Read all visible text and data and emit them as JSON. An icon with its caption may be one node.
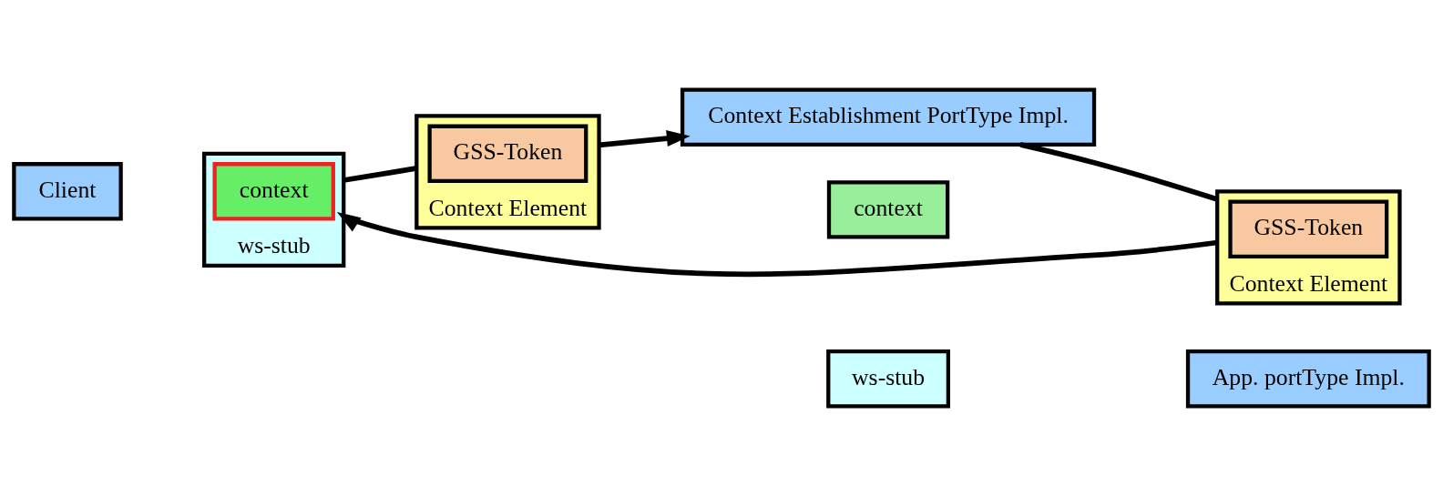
{
  "diagram": {
    "nodes": [
      {
        "text": [
          "Client"
        ]
      },
      {
        "text": [
          "ws-stub"
        ]
      },
      {
        "text": [
          "context"
        ],
        "in": 1
      },
      {
        "text": [
          "Context Element"
        ]
      },
      {
        "text": [
          "GSS-Token"
        ],
        "in": 3
      },
      {
        "text": [
          "Context Element"
        ]
      },
      {
        "text": [
          "GSS-Token"
        ],
        "in": 5
      },
      {
        "text": [
          "Context Establishment PortType Impl."
        ]
      },
      {
        "text": [
          "context"
        ]
      },
      {
        "text": [
          "ws-stub"
        ]
      },
      {
        "text": [
          "App. portType Impl."
        ]
      }
    ],
    "edges": [
      {
        "from": 1,
        "to": 3,
        "arrow": "none"
      },
      {
        "from": 3,
        "to": 7,
        "arrow": "to"
      },
      {
        "from": 7,
        "to": 5,
        "arrow": "none"
      },
      {
        "from": 5,
        "to": 1,
        "arrow": "to"
      }
    ]
  }
}
